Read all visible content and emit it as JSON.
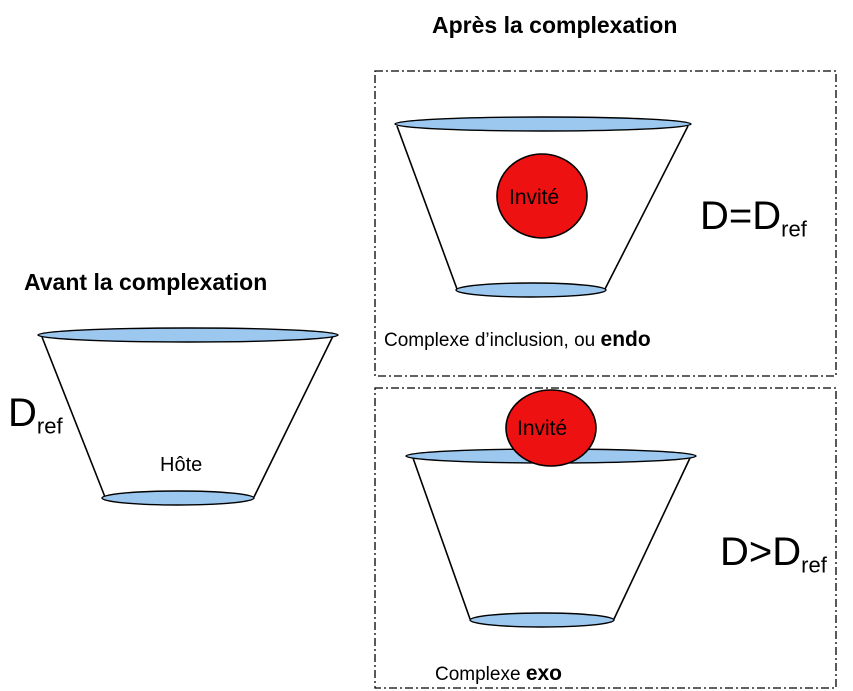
{
  "title_after": "Après la complexation",
  "title_before": "Avant la complexation",
  "host": {
    "label": "Hôte",
    "d_label": "D",
    "d_sub": "ref"
  },
  "endo": {
    "guest_label": "Invité",
    "d_main": "D=D",
    "d_sub": "ref",
    "caption_text": "Complexe d’inclusion, ou ",
    "caption_bold": "endo"
  },
  "exo": {
    "guest_label": "Invité",
    "d_main": "D>D",
    "d_sub": "ref",
    "caption_text": "Complexe ",
    "caption_bold": "exo"
  },
  "colors": {
    "rim_fill": "#9cc8f0",
    "guest_fill": "#ee1111",
    "outline": "#000000"
  }
}
